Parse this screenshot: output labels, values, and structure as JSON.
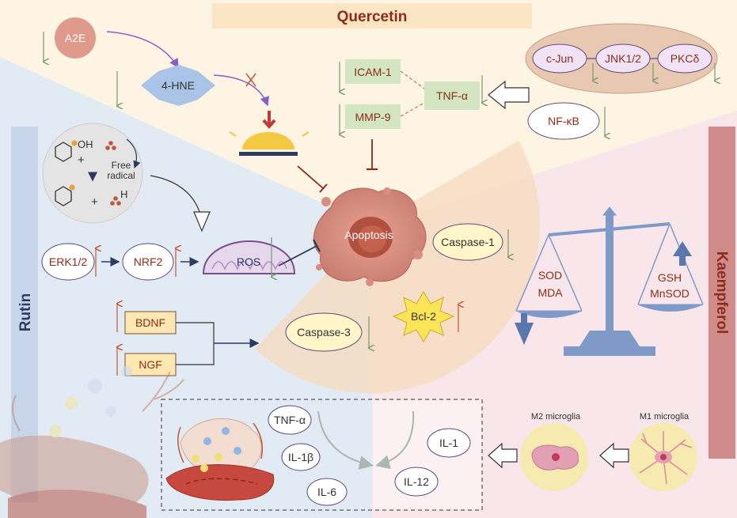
{
  "title": "Quercetin",
  "side_labels": {
    "left": "Rutin",
    "right": "Kaempferol"
  },
  "center": {
    "cell_label": "Apoptosis"
  },
  "quercetin": {
    "a2e": "A2E",
    "hne": "4-HNE",
    "icam": "ICAM-1",
    "mmp": "MMP-9",
    "tnf": "TNF-α",
    "nfkb": "NF-κB",
    "kinases": [
      "c-Jun",
      "JNK1/2",
      "PKCδ"
    ]
  },
  "rutin": {
    "reaction": {
      "oh": "OH",
      "plus": "+",
      "free_radical": [
        "Free",
        "radical"
      ],
      "h": "H"
    },
    "erk": "ERK1/2",
    "nrf2": "NRF2",
    "ros": "ROS",
    "bdnf": "BDNF",
    "ngf": "NGF"
  },
  "caspases": {
    "c1": "Caspase-1",
    "c3": "Caspase-3",
    "bcl2": "Bcl-2"
  },
  "kaempferol": {
    "left_pan": [
      "SOD",
      "MDA"
    ],
    "right_pan": [
      "GSH",
      "MnSOD"
    ],
    "m2": "M2 microglia",
    "m1": "M1 microglia"
  },
  "cytokines": {
    "tnf": "TNF-α",
    "il1b": "IL-1β",
    "il6": "IL-6",
    "il1": "IL-1",
    "il12": "IL-12"
  },
  "colors": {
    "quercetin_bg": "#fdf4e3",
    "rutin_bg": "#e2eaf4",
    "kaempferol_bg": "#f8e6ea",
    "label_text": "#8b2d1a",
    "increase_arrow": "#c0563a",
    "decrease_arrow": "#7a9a6c",
    "balance": "#7f9ac7"
  }
}
